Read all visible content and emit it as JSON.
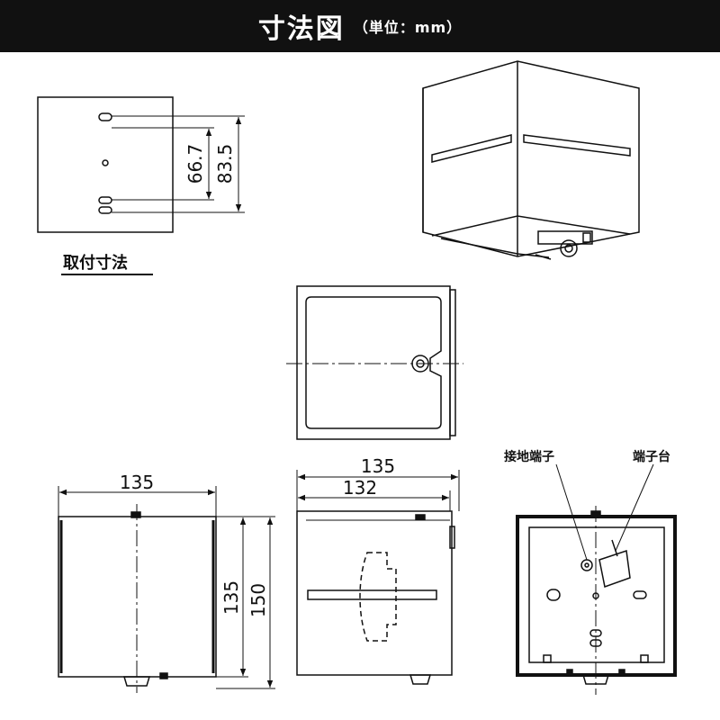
{
  "header": {
    "title": "寸法図",
    "unit": "（単位：mm）",
    "background": "#111111",
    "text_color": "#ffffff"
  },
  "mount_view": {
    "label": "取付寸法",
    "dim_inner": "66.7",
    "dim_outer": "83.5"
  },
  "front_view": {
    "width": "135",
    "height_inner": "135",
    "height_outer": "150"
  },
  "side_view": {
    "width_outer": "135",
    "width_inner": "132"
  },
  "back_view": {
    "label_ground": "接地端子",
    "label_terminal": "端子台"
  }
}
